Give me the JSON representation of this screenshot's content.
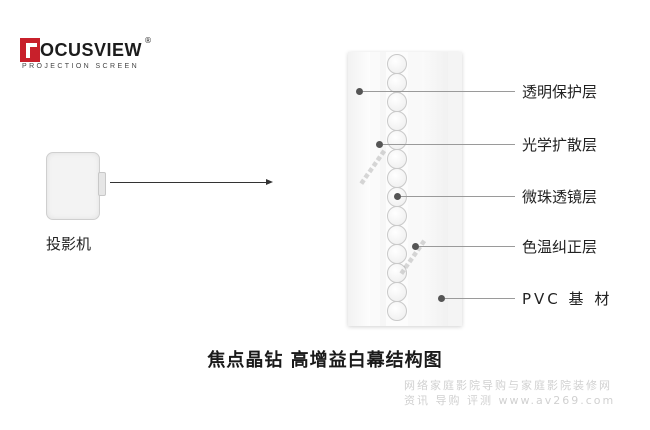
{
  "logo": {
    "brand": "OCUSVIEW",
    "registered": "®",
    "tagline": "PROJECTION SCREEN"
  },
  "projector": {
    "label": "投影机"
  },
  "layers": [
    {
      "label": "透明保护层"
    },
    {
      "label": "光学扩散层"
    },
    {
      "label": "微珠透镜层"
    },
    {
      "label": "色温纠正层"
    },
    {
      "label": "PVC 基 材"
    }
  ],
  "caption": "焦点晶钻 高增益白幕结构图",
  "watermark": {
    "line1": "网络家庭影院导购与家庭影院装修网",
    "line2": "资讯 导购 评测 www.av269.com"
  },
  "colors": {
    "brand_red": "#c8202b",
    "text": "#222222",
    "leader": "#9a9a9a",
    "dot": "#555555"
  }
}
